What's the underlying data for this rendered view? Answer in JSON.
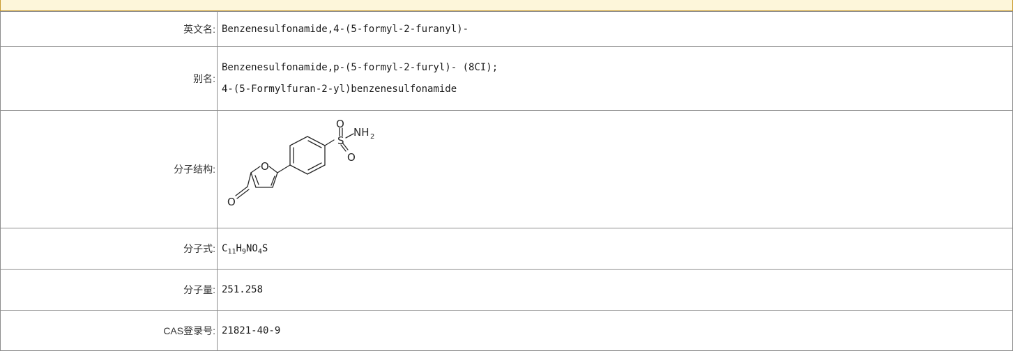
{
  "rows": {
    "english_name": {
      "label": "英文名:",
      "value": "Benzenesulfonamide,4-(5-formyl-2-furanyl)-"
    },
    "synonyms": {
      "label": "别名:",
      "values": [
        "Benzenesulfonamide,p-(5-formyl-2-furyl)- (8CI);",
        "4-(5-Formylfuran-2-yl)benzenesulfonamide"
      ]
    },
    "structure": {
      "label": "分子结构:",
      "atoms": {
        "o_top": "O",
        "s": "S",
        "nh": "NH",
        "nh_sub": "2",
        "o_bottom": "O",
        "o_ring": "O",
        "o_aldehyde": "O"
      }
    },
    "formula": {
      "label": "分子式:",
      "parts": [
        {
          "text": "C"
        },
        {
          "sub": "11"
        },
        {
          "text": "H"
        },
        {
          "sub": "9"
        },
        {
          "text": "NO"
        },
        {
          "sub": "4"
        },
        {
          "text": "S"
        }
      ]
    },
    "mol_weight": {
      "label": "分子量:",
      "value": "251.258"
    },
    "cas": {
      "label": "CAS登录号:",
      "value": "21821-40-9"
    }
  }
}
